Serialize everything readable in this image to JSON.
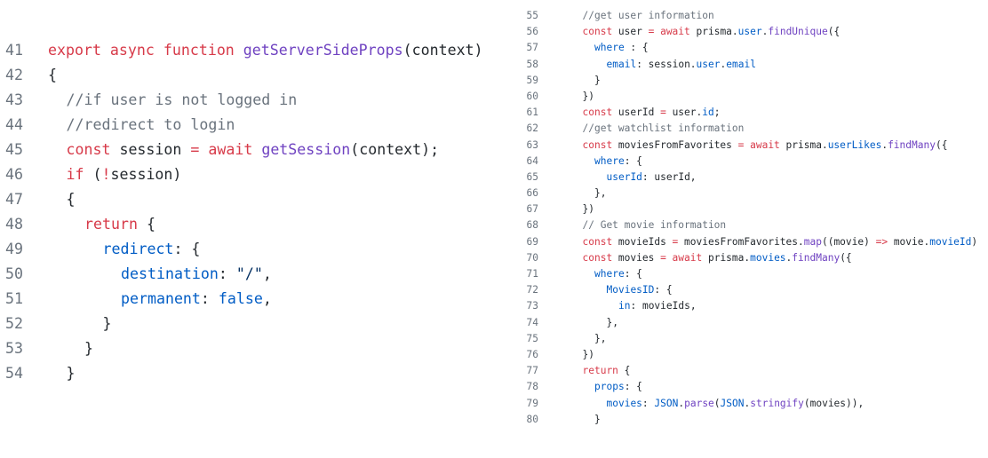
{
  "left_pane": {
    "lines": [
      {
        "n": "41",
        "indent": 0,
        "tokens": [
          [
            "kw",
            "export async function "
          ],
          [
            "fn",
            "getServerSideProps"
          ],
          [
            "pl",
            "(context)"
          ]
        ]
      },
      {
        "n": "42",
        "indent": 0,
        "tokens": [
          [
            "pl",
            "{"
          ]
        ]
      },
      {
        "n": "43",
        "indent": 1,
        "tokens": [
          [
            "cm",
            "//if user is not logged in"
          ]
        ]
      },
      {
        "n": "44",
        "indent": 1,
        "tokens": [
          [
            "cm",
            "//redirect to login"
          ]
        ]
      },
      {
        "n": "45",
        "indent": 1,
        "tokens": [
          [
            "kw",
            "const "
          ],
          [
            "pl",
            "session "
          ],
          [
            "kw",
            "= await "
          ],
          [
            "fn",
            "getSession"
          ],
          [
            "pl",
            "(context);"
          ]
        ]
      },
      {
        "n": "46",
        "indent": 1,
        "tokens": [
          [
            "kw",
            "if "
          ],
          [
            "pl",
            "("
          ],
          [
            "kw",
            "!"
          ],
          [
            "pl",
            "session)"
          ]
        ]
      },
      {
        "n": "47",
        "indent": 1,
        "tokens": [
          [
            "pl",
            "{"
          ]
        ]
      },
      {
        "n": "48",
        "indent": 2,
        "tokens": [
          [
            "kw",
            "return "
          ],
          [
            "pl",
            "{"
          ]
        ]
      },
      {
        "n": "49",
        "indent": 3,
        "tokens": [
          [
            "prop",
            "redirect"
          ],
          [
            "pl",
            ": {"
          ]
        ]
      },
      {
        "n": "50",
        "indent": 4,
        "tokens": [
          [
            "prop",
            "destination"
          ],
          [
            "pl",
            ": "
          ],
          [
            "str",
            "\"/\""
          ],
          [
            "pl",
            ","
          ]
        ]
      },
      {
        "n": "51",
        "indent": 4,
        "tokens": [
          [
            "prop",
            "permanent"
          ],
          [
            "pl",
            ": "
          ],
          [
            "prop",
            "false"
          ],
          [
            "pl",
            ","
          ]
        ]
      },
      {
        "n": "52",
        "indent": 3,
        "tokens": [
          [
            "pl",
            "}"
          ]
        ]
      },
      {
        "n": "53",
        "indent": 2,
        "tokens": [
          [
            "pl",
            "}"
          ]
        ]
      },
      {
        "n": "54",
        "indent": 1,
        "tokens": [
          [
            "pl",
            "}"
          ]
        ]
      }
    ]
  },
  "right_pane": {
    "lines": [
      {
        "n": "55",
        "indent": 1,
        "tokens": [
          [
            "cm",
            "//get user information"
          ]
        ]
      },
      {
        "n": "56",
        "indent": 1,
        "tokens": [
          [
            "kw",
            "const "
          ],
          [
            "pl",
            "user "
          ],
          [
            "kw",
            "= await "
          ],
          [
            "pl",
            "prisma."
          ],
          [
            "prop",
            "user"
          ],
          [
            "pl",
            "."
          ],
          [
            "fn",
            "findUnique"
          ],
          [
            "pl",
            "({"
          ]
        ]
      },
      {
        "n": "57",
        "indent": 2,
        "tokens": [
          [
            "prop",
            "where"
          ],
          [
            "pl",
            " : {"
          ]
        ]
      },
      {
        "n": "58",
        "indent": 3,
        "tokens": [
          [
            "prop",
            "email"
          ],
          [
            "pl",
            ": session."
          ],
          [
            "prop",
            "user"
          ],
          [
            "pl",
            "."
          ],
          [
            "prop",
            "email"
          ]
        ]
      },
      {
        "n": "59",
        "indent": 2,
        "tokens": [
          [
            "pl",
            "}"
          ]
        ]
      },
      {
        "n": "60",
        "indent": 1,
        "tokens": [
          [
            "pl",
            "})"
          ]
        ]
      },
      {
        "n": "61",
        "indent": 1,
        "tokens": [
          [
            "kw",
            "const "
          ],
          [
            "pl",
            "userId "
          ],
          [
            "kw",
            "= "
          ],
          [
            "pl",
            "user."
          ],
          [
            "prop",
            "id"
          ],
          [
            "pl",
            ";"
          ]
        ]
      },
      {
        "n": "62",
        "indent": 1,
        "tokens": [
          [
            "cm",
            "//get watchlist information"
          ]
        ]
      },
      {
        "n": "63",
        "indent": 1,
        "tokens": [
          [
            "kw",
            "const "
          ],
          [
            "pl",
            "moviesFromFavorites "
          ],
          [
            "kw",
            "= await "
          ],
          [
            "pl",
            "prisma."
          ],
          [
            "prop",
            "userLikes"
          ],
          [
            "pl",
            "."
          ],
          [
            "fn",
            "findMany"
          ],
          [
            "pl",
            "({"
          ]
        ]
      },
      {
        "n": "64",
        "indent": 2,
        "tokens": [
          [
            "prop",
            "where"
          ],
          [
            "pl",
            ": {"
          ]
        ]
      },
      {
        "n": "65",
        "indent": 3,
        "tokens": [
          [
            "prop",
            "userId"
          ],
          [
            "pl",
            ": userId,"
          ]
        ]
      },
      {
        "n": "66",
        "indent": 2,
        "tokens": [
          [
            "pl",
            "},"
          ]
        ]
      },
      {
        "n": "67",
        "indent": 1,
        "tokens": [
          [
            "pl",
            "})"
          ]
        ]
      },
      {
        "n": "68",
        "indent": 1,
        "tokens": [
          [
            "cm",
            "// Get movie information"
          ]
        ]
      },
      {
        "n": "69",
        "indent": 1,
        "tokens": [
          [
            "kw",
            "const "
          ],
          [
            "pl",
            "movieIds "
          ],
          [
            "kw",
            "= "
          ],
          [
            "pl",
            "moviesFromFavorites."
          ],
          [
            "fn",
            "map"
          ],
          [
            "pl",
            "((movie) "
          ],
          [
            "kw",
            "=> "
          ],
          [
            "pl",
            "movie."
          ],
          [
            "prop",
            "movieId"
          ],
          [
            "pl",
            ")"
          ]
        ]
      },
      {
        "n": "70",
        "indent": 1,
        "tokens": [
          [
            "kw",
            "const "
          ],
          [
            "pl",
            "movies "
          ],
          [
            "kw",
            "= await "
          ],
          [
            "pl",
            "prisma."
          ],
          [
            "prop",
            "movies"
          ],
          [
            "pl",
            "."
          ],
          [
            "fn",
            "findMany"
          ],
          [
            "pl",
            "({"
          ]
        ]
      },
      {
        "n": "71",
        "indent": 2,
        "tokens": [
          [
            "prop",
            "where"
          ],
          [
            "pl",
            ": {"
          ]
        ]
      },
      {
        "n": "72",
        "indent": 3,
        "tokens": [
          [
            "prop",
            "MoviesID"
          ],
          [
            "pl",
            ": {"
          ]
        ]
      },
      {
        "n": "73",
        "indent": 4,
        "tokens": [
          [
            "prop",
            "in"
          ],
          [
            "pl",
            ": movieIds,"
          ]
        ]
      },
      {
        "n": "74",
        "indent": 3,
        "tokens": [
          [
            "pl",
            "},"
          ]
        ]
      },
      {
        "n": "75",
        "indent": 2,
        "tokens": [
          [
            "pl",
            "},"
          ]
        ]
      },
      {
        "n": "76",
        "indent": 1,
        "tokens": [
          [
            "pl",
            "})"
          ]
        ]
      },
      {
        "n": "77",
        "indent": 1,
        "tokens": [
          [
            "kw",
            "return "
          ],
          [
            "pl",
            "{"
          ]
        ]
      },
      {
        "n": "78",
        "indent": 2,
        "tokens": [
          [
            "prop",
            "props"
          ],
          [
            "pl",
            ": {"
          ]
        ]
      },
      {
        "n": "79",
        "indent": 3,
        "tokens": [
          [
            "prop",
            "movies"
          ],
          [
            "pl",
            ": "
          ],
          [
            "prop",
            "JSON"
          ],
          [
            "pl",
            "."
          ],
          [
            "fn",
            "parse"
          ],
          [
            "pl",
            "("
          ],
          [
            "prop",
            "JSON"
          ],
          [
            "pl",
            "."
          ],
          [
            "fn",
            "stringify"
          ],
          [
            "pl",
            "(movies)),"
          ]
        ]
      },
      {
        "n": "80",
        "indent": 2,
        "tokens": [
          [
            "pl",
            "}"
          ]
        ]
      }
    ]
  },
  "colors": {
    "keyword": "#d73a49",
    "function": "#6f42c1",
    "property": "#005cc5",
    "comment": "#6a737d",
    "string": "#032f62",
    "plain": "#24292e",
    "line_number": "#6a737d",
    "background": "#ffffff"
  }
}
